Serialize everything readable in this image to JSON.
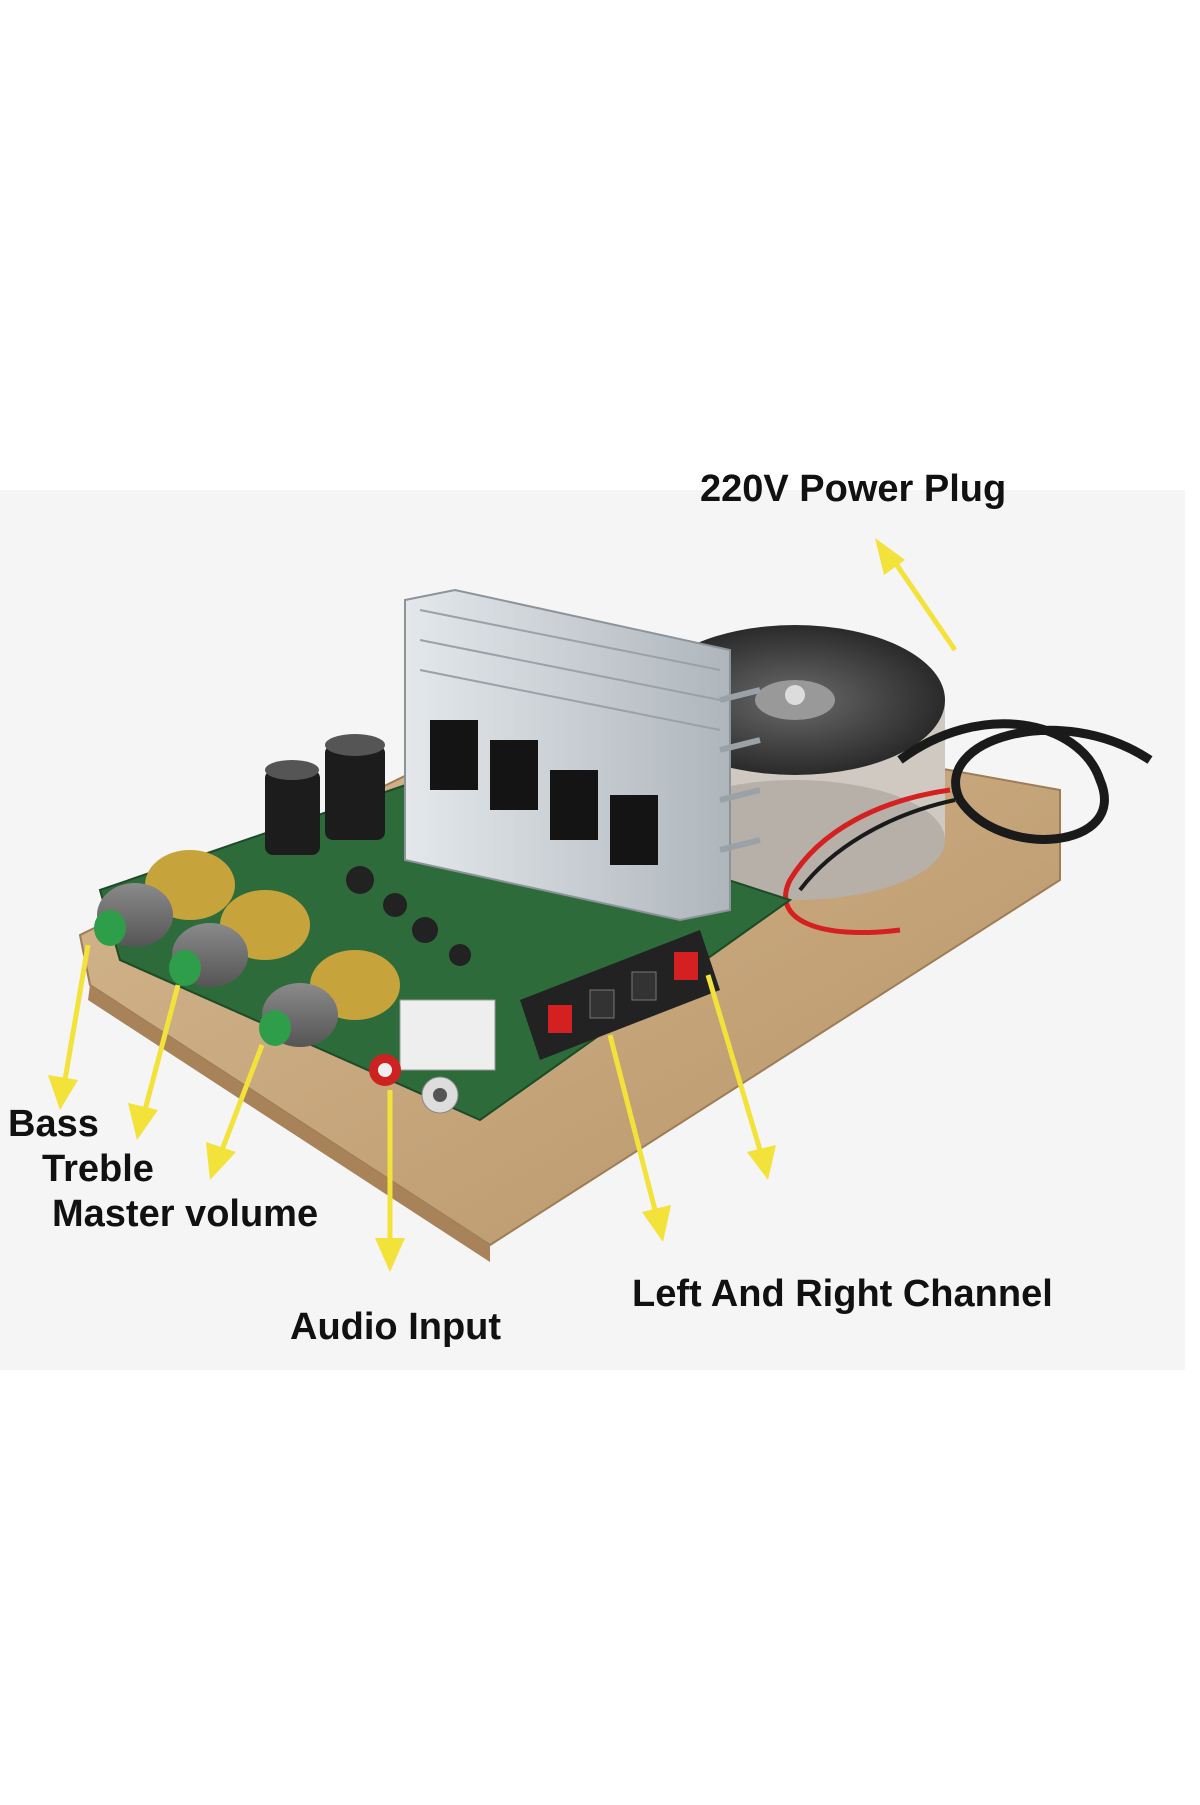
{
  "photo": {
    "subject": "audio amplifier board with toroidal transformer on wooden base"
  },
  "labels": {
    "power_plug": "220V Power Plug",
    "bass": "Bass",
    "treble": "Treble",
    "master_volume": "Master volume",
    "audio_input": "Audio Input",
    "left_right_channel": "Left And Right Channel"
  },
  "colors": {
    "background": "#ffffff",
    "photo_backdrop": "#f5f5f5",
    "arrow": "#f2e23a",
    "label_text": "#111111",
    "pcb": "#2e6b3a",
    "wood": "#c9a77a",
    "heatsink": "#c9cfd4"
  }
}
